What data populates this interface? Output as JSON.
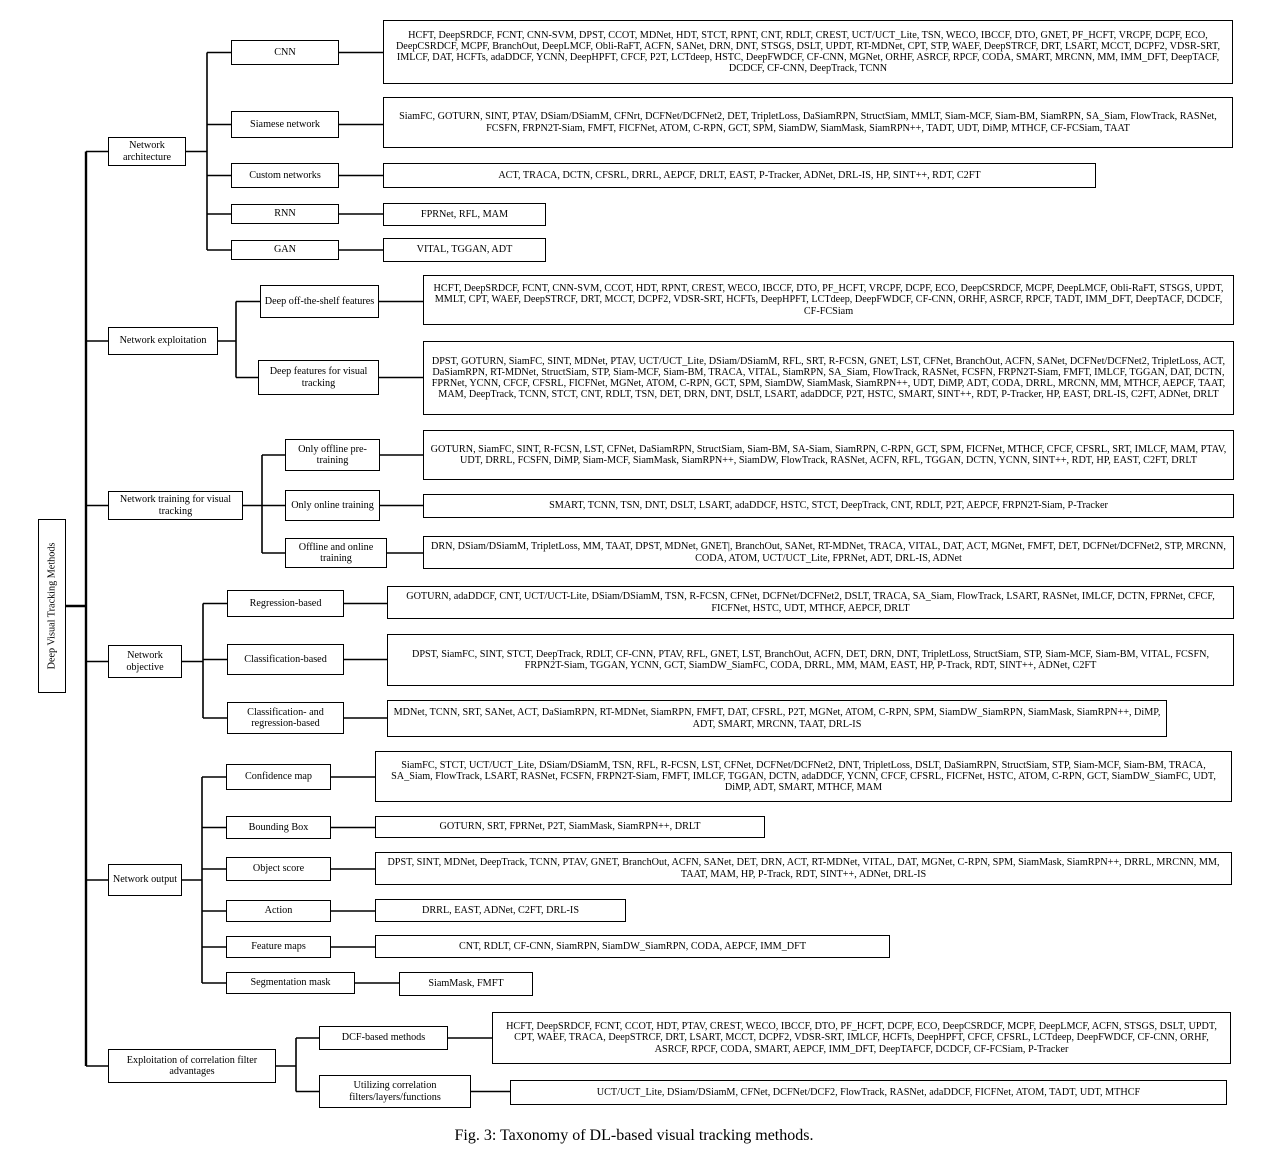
{
  "root": "Deep Visual Tracking Methods",
  "caption": "Fig. 3: Taxonomy of DL-based visual tracking methods.",
  "groups": [
    {
      "label": "Network architecture",
      "children": [
        {
          "label": "CNN",
          "items": "HCFT, DeepSRDCF, FCNT, CNN-SVM, DPST, CCOT, MDNet, HDT, STCT, RPNT, CNT, RDLT, CREST, UCT/UCT_Lite, TSN, WECO, IBCCF, DTO, GNET, PF_HCFT, VRCPF, DCPF, ECO, DeepCSRDCF, MCPF, BranchOut, DeepLMCF, Obli-RaFT, ACFN, SANet, DRN, DNT, STSGS, DSLT, UPDT, RT-MDNet, CPT, STP, WAEF, DeepSTRCF, DRT, LSART, MCCT, DCPF2, VDSR-SRT, IMLCF, DAT, HCFTs, adaDDCF, YCNN, DeepHPFT, CFCF, P2T, LCTdeep, HSTC, DeepFWDCF, CF-CNN, MGNet, ORHF, ASRCF, RPCF, CODA, SMART, MRCNN, MM, IMM_DFT, DeepTACF, DCDCF, CF-CNN, DeepTrack, TCNN"
        },
        {
          "label": "Siamese network",
          "items": "SiamFC, GOTURN, SINT, PTAV, DSiam/DSiamM, CFNrt, DCFNet/DCFNet2, DET, TripletLoss, DaSiamRPN, StructSiam, MMLT, Siam-MCF, Siam-BM, SiamRPN, SA_Siam, FlowTrack, RASNet, FCSFN, FRPN2T-Siam, FMFT, FICFNet, ATOM, C-RPN, GCT, SPM, SiamDW, SiamMask, SiamRPN++, TADT, UDT, DiMP, MTHCF, CF-FCSiam, TAAT"
        },
        {
          "label": "Custom networks",
          "items": "ACT, TRACA, DCTN, CFSRL, DRRL, AEPCF, DRLT, EAST, P-Tracker, ADNet, DRL-IS, HP, SINT++, RDT, C2FT"
        },
        {
          "label": "RNN",
          "items": "FPRNet, RFL, MAM"
        },
        {
          "label": "GAN",
          "items": "VITAL, TGGAN, ADT"
        }
      ]
    },
    {
      "label": "Network exploitation",
      "children": [
        {
          "label": "Deep off-the-shelf features",
          "items": "HCFT, DeepSRDCF, FCNT, CNN-SVM, CCOT, HDT, RPNT, CREST, WECO, IBCCF, DTO, PF_HCFT, VRCPF, DCPF, ECO, DeepCSRDCF, MCPF, DeepLMCF, Obli-RaFT, STSGS, UPDT, MMLT, CPT, WAEF, DeepSTRCF, DRT, MCCT, DCPF2, VDSR-SRT, HCFTs, DeepHPFT, LCTdeep, DeepFWDCF, CF-CNN, ORHF, ASRCF, RPCF, TADT, IMM_DFT, DeepTACF, DCDCF, CF-FCSiam"
        },
        {
          "label": "Deep features for visual tracking",
          "items": "DPST, GOTURN, SiamFC, SINT, MDNet, PTAV, UCT/UCT_Lite, DSiam/DSiamM, RFL, SRT, R-FCSN, GNET, LST, CFNet, BranchOut, ACFN, SANet, DCFNet/DCFNet2, TripletLoss, ACT, DaSiamRPN, RT-MDNet, StructSiam, STP, Siam-MCF, Siam-BM, TRACA, VITAL, SiamRPN, SA_Siam, FlowTrack, RASNet, FCSFN, FRPN2T-Siam, FMFT, IMLCF, TGGAN, DAT, DCTN, FPRNet, YCNN, CFCF, CFSRL, FICFNet, MGNet, ATOM, C-RPN, GCT, SPM, SiamDW, SiamMask, SiamRPN++, UDT, DiMP, ADT, CODA, DRRL, MRCNN, MM, MTHCF, AEPCF, TAAT, MAM, DeepTrack, TCNN, STCT, CNT, RDLT, TSN, DET, DRN, DNT, DSLT, LSART, adaDDCF, P2T, HSTC, SMART, SINT++, RDT, P-Tracker, HP, EAST, DRL-IS, C2FT, ADNet, DRLT"
        }
      ]
    },
    {
      "label": "Network training for visual tracking",
      "children": [
        {
          "label": "Only offline pre-training",
          "items": "GOTURN, SiamFC, SINT, R-FCSN, LST, CFNet, DaSiamRPN, StructSiam, Siam-BM, SA-Siam, SiamRPN, C-RPN, GCT, SPM, FICFNet, MTHCF, CFCF, CFSRL, SRT, IMLCF, MAM, PTAV, UDT, DRRL, FCSFN, DiMP, Siam-MCF, SiamMask, SiamRPN++, SiamDW, FlowTrack, RASNet, ACFN, RFL, TGGAN, DCTN, YCNN, SINT++, RDT, HP, EAST, C2FT, DRLT"
        },
        {
          "label": "Only online training",
          "items": "SMART, TCNN, TSN, DNT, DSLT, LSART, adaDDCF, HSTC, STCT, DeepTrack, CNT, RDLT, P2T, AEPCF, FRPN2T-Siam, P-Tracker"
        },
        {
          "label": "Offline and online training",
          "items": "DRN, DSiam/DSiamM, TripletLoss, MM, TAAT, DPST, MDNet, GNET|, BranchOut, SANet, RT-MDNet, TRACA, VITAL, DAT, ACT, MGNet, FMFT, DET, DCFNet/DCFNet2, STP, MRCNN, CODA, ATOM, UCT/UCT_Lite, FPRNet, ADT, DRL-IS, ADNet"
        }
      ]
    },
    {
      "label": "Network objective",
      "children": [
        {
          "label": "Regression-based",
          "items": "GOTURN, adaDDCF, CNT, UCT/UCT-Lite, DSiam/DSiamM, TSN, R-FCSN, CFNet, DCFNet/DCFNet2, DSLT, TRACA, SA_Siam, FlowTrack, LSART, RASNet, IMLCF, DCTN, FPRNet, CFCF, FICFNet, HSTC, UDT, MTHCF, AEPCF, DRLT"
        },
        {
          "label": "Classification-based",
          "items": "DPST, SiamFC, SINT, STCT, DeepTrack, RDLT, CF-CNN, PTAV, RFL, GNET, LST, BranchOut, ACFN, DET, DRN, DNT, TripletLoss, StructSiam, STP, Siam-MCF, Siam-BM, VITAL, FCSFN, FRPN2T-Siam, TGGAN, YCNN, GCT, SiamDW_SiamFC, CODA, DRRL, MM, MAM, EAST, HP, P-Track, RDT, SINT++, ADNet, C2FT"
        },
        {
          "label": "Classification- and regression-based",
          "items": "MDNet, TCNN, SRT, SANet, ACT, DaSiamRPN, RT-MDNet, SiamRPN, FMFT, DAT, CFSRL, P2T, MGNet, ATOM, C-RPN, SPM, SiamDW_SiamRPN, SiamMask, SiamRPN++, DiMP, ADT, SMART, MRCNN, TAAT, DRL-IS"
        }
      ]
    },
    {
      "label": "Network output",
      "children": [
        {
          "label": "Confidence map",
          "items": "SiamFC, STCT, UCT/UCT_Lite, DSiam/DSiamM, TSN, RFL, R-FCSN, LST, CFNet, DCFNet/DCFNet2, DNT, TripletLoss, DSLT, DaSiamRPN, StructSiam, STP, Siam-MCF, Siam-BM, TRACA, SA_Siam, FlowTrack, LSART, RASNet, FCSFN, FRPN2T-Siam, FMFT, IMLCF, TGGAN, DCTN, adaDDCF, YCNN, CFCF, CFSRL, FICFNet, HSTC, ATOM, C-RPN, GCT, SiamDW_SiamFC, UDT, DiMP, ADT, SMART, MTHCF, MAM"
        },
        {
          "label": "Bounding Box",
          "items": "GOTURN, SRT, FPRNet, P2T, SiamMask, SiamRPN++, DRLT"
        },
        {
          "label": "Object score",
          "items": "DPST, SINT, MDNet, DeepTrack, TCNN, PTAV, GNET, BranchOut, ACFN, SANet, DET, DRN, ACT, RT-MDNet, VITAL, DAT, MGNet, C-RPN, SPM, SiamMask, SiamRPN++, DRRL, MRCNN, MM, TAAT, MAM, HP, P-Track, RDT, SINT++, ADNet, DRL-IS"
        },
        {
          "label": "Action",
          "items": "DRRL, EAST, ADNet, C2FT, DRL-IS"
        },
        {
          "label": "Feature maps",
          "items": "CNT, RDLT, CF-CNN, SiamRPN, SiamDW_SiamRPN, CODA, AEPCF, IMM_DFT"
        },
        {
          "label": "Segmentation mask",
          "items": "SiamMask, FMFT"
        }
      ]
    },
    {
      "label": "Exploitation of correlation filter advantages",
      "children": [
        {
          "label": "DCF-based methods",
          "items": "HCFT, DeepSRDCF, FCNT, CCOT, HDT, PTAV, CREST, WECO, IBCCF, DTO, PF_HCFT, DCPF, ECO, DeepCSRDCF, MCPF, DeepLMCF, ACFN, STSGS, DSLT, UPDT, CPT, WAEF, TRACA, DeepSTRCF, DRT, LSART, MCCT, DCPF2, VDSR-SRT, IMLCF, HCFTs, DeepHPFT, CFCF, CFSRL, LCTdeep, DeepFWDCF, CF-CNN, ORHF, ASRCF, RPCF, CODA, SMART, AEPCF, IMM_DFT, DeepTAFCF, DCDCF, CF-FCSiam, P-Tracker"
        },
        {
          "label": "Utilizing correlation filters/layers/functions",
          "items": "UCT/UCT_Lite, DSiam/DSiamM, CFNet, DCFNet/DCF2, FlowTrack, RASNet, adaDDCF, FICFNet, ATOM, TADT, UDT, MTHCF"
        }
      ]
    }
  ]
}
